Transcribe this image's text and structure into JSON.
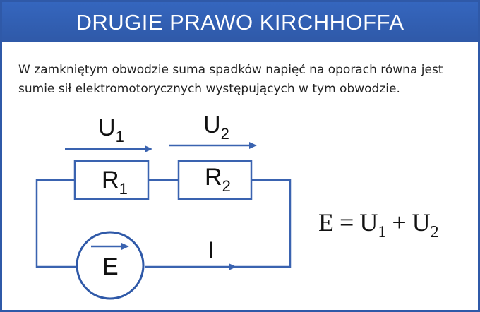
{
  "title": "DRUGIE PRAWO KIRCHHOFFA",
  "description": {
    "line1": "W zamkniętym obwodzie suma spadków napięć na oporach równa jest",
    "line2": "sumie sił elektromotorycznych występujących w tym obwodzie."
  },
  "circuit": {
    "voltage1": {
      "symbol": "U",
      "subscript": "1"
    },
    "voltage2": {
      "symbol": "U",
      "subscript": "2"
    },
    "resistor1": {
      "symbol": "R",
      "subscript": "1"
    },
    "resistor2": {
      "symbol": "R",
      "subscript": "2"
    },
    "source": {
      "symbol": "E"
    },
    "current": {
      "symbol": "I"
    }
  },
  "formula": {
    "lhs": "E",
    "equals": "=",
    "term1": {
      "symbol": "U",
      "subscript": "1"
    },
    "plus": "+",
    "term2": {
      "symbol": "U",
      "subscript": "2"
    }
  },
  "colors": {
    "accent": "#2f59a8",
    "wire": "#3a63b0",
    "text": "#222222"
  }
}
